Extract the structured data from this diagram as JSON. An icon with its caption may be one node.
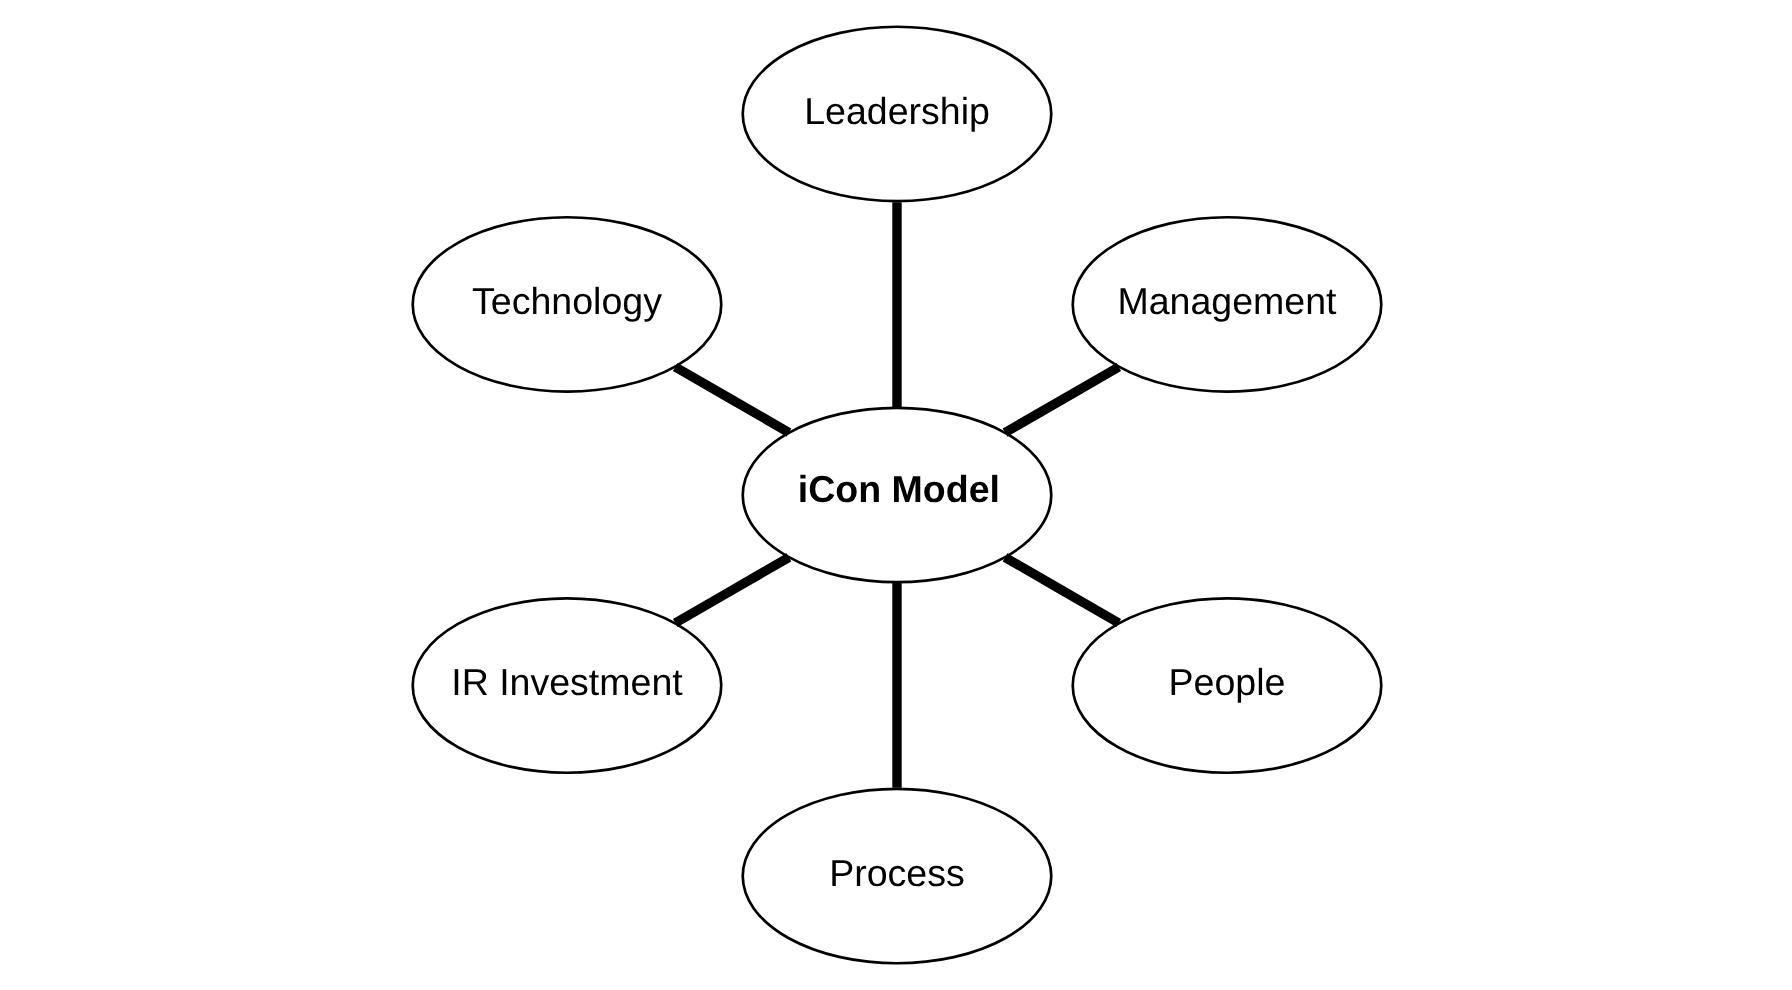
{
  "diagram": {
    "nodes": [
      {
        "text": [
          "iCon Model"
        ]
      },
      {
        "text": [
          "Leadership"
        ]
      },
      {
        "text": [
          "Management"
        ]
      },
      {
        "text": [
          "People"
        ]
      },
      {
        "text": [
          "Process"
        ]
      },
      {
        "text": [
          "IR Investment"
        ]
      },
      {
        "text": [
          "Technology"
        ]
      }
    ],
    "edges": [
      {
        "from": 0,
        "to": 1,
        "arrow": "none"
      },
      {
        "from": 0,
        "to": 2,
        "arrow": "none"
      },
      {
        "from": 0,
        "to": 3,
        "arrow": "none"
      },
      {
        "from": 0,
        "to": 4,
        "arrow": "none"
      },
      {
        "from": 0,
        "to": 5,
        "arrow": "none"
      },
      {
        "from": 0,
        "to": 6,
        "arrow": "none"
      }
    ]
  }
}
